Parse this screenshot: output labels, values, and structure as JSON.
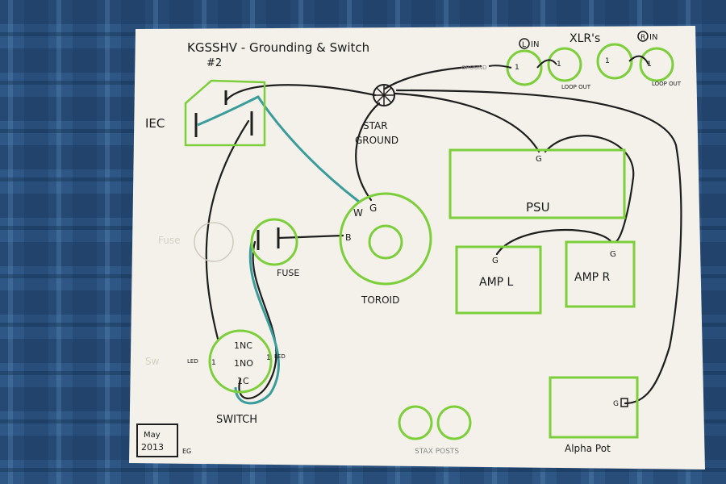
{
  "diagram": {
    "title": "KGSSHV - Grounding & Switch",
    "title_sub": "#2",
    "ground_label": "GROUND",
    "xlr_label": "XLR's",
    "xlr_in_left": "IN",
    "xlr_in_left_circle": "L",
    "xlr_in_right": "IN",
    "xlr_in_right_circle": "R",
    "xlr_pin": "1",
    "loop_out_1": "LOOP OUT",
    "loop_out_2": "LOOP OUT",
    "iec": "IEC",
    "star_ground_1": "STAR",
    "star_ground_2": "GROUND",
    "psu": "PSU",
    "psu_g": "G",
    "amp_l": "AMP L",
    "amp_l_g": "G",
    "amp_r": "AMP R",
    "amp_r_g": "G",
    "toroid": "TOROID",
    "toroid_w": "W",
    "toroid_g": "G",
    "toroid_b": "B",
    "fuse": "FUSE",
    "switch_nc": "1NC",
    "switch_no": "1NO",
    "switch_c": "1C",
    "switch_led_l": "LED",
    "switch_led_r": "LED",
    "switch_1l": "1",
    "switch_1r": "1",
    "switch": "SWITCH",
    "alpha_pot": "Alpha Pot",
    "alpha_pot_g": "G",
    "stax_posts": "STAX POSTS",
    "date_month": "May",
    "date_year": "2013",
    "initials": "EG",
    "faint_fuse": "Fuse",
    "faint_switch": "Sw"
  },
  "colors": {
    "wire": "#1e1e1e",
    "outline_green": "#7ccf3a",
    "teal_wire": "#3b9c9c",
    "paper": "#f4f2ec",
    "cloth_dark": "#1f3f66",
    "cloth_light": "#4b79a8"
  }
}
